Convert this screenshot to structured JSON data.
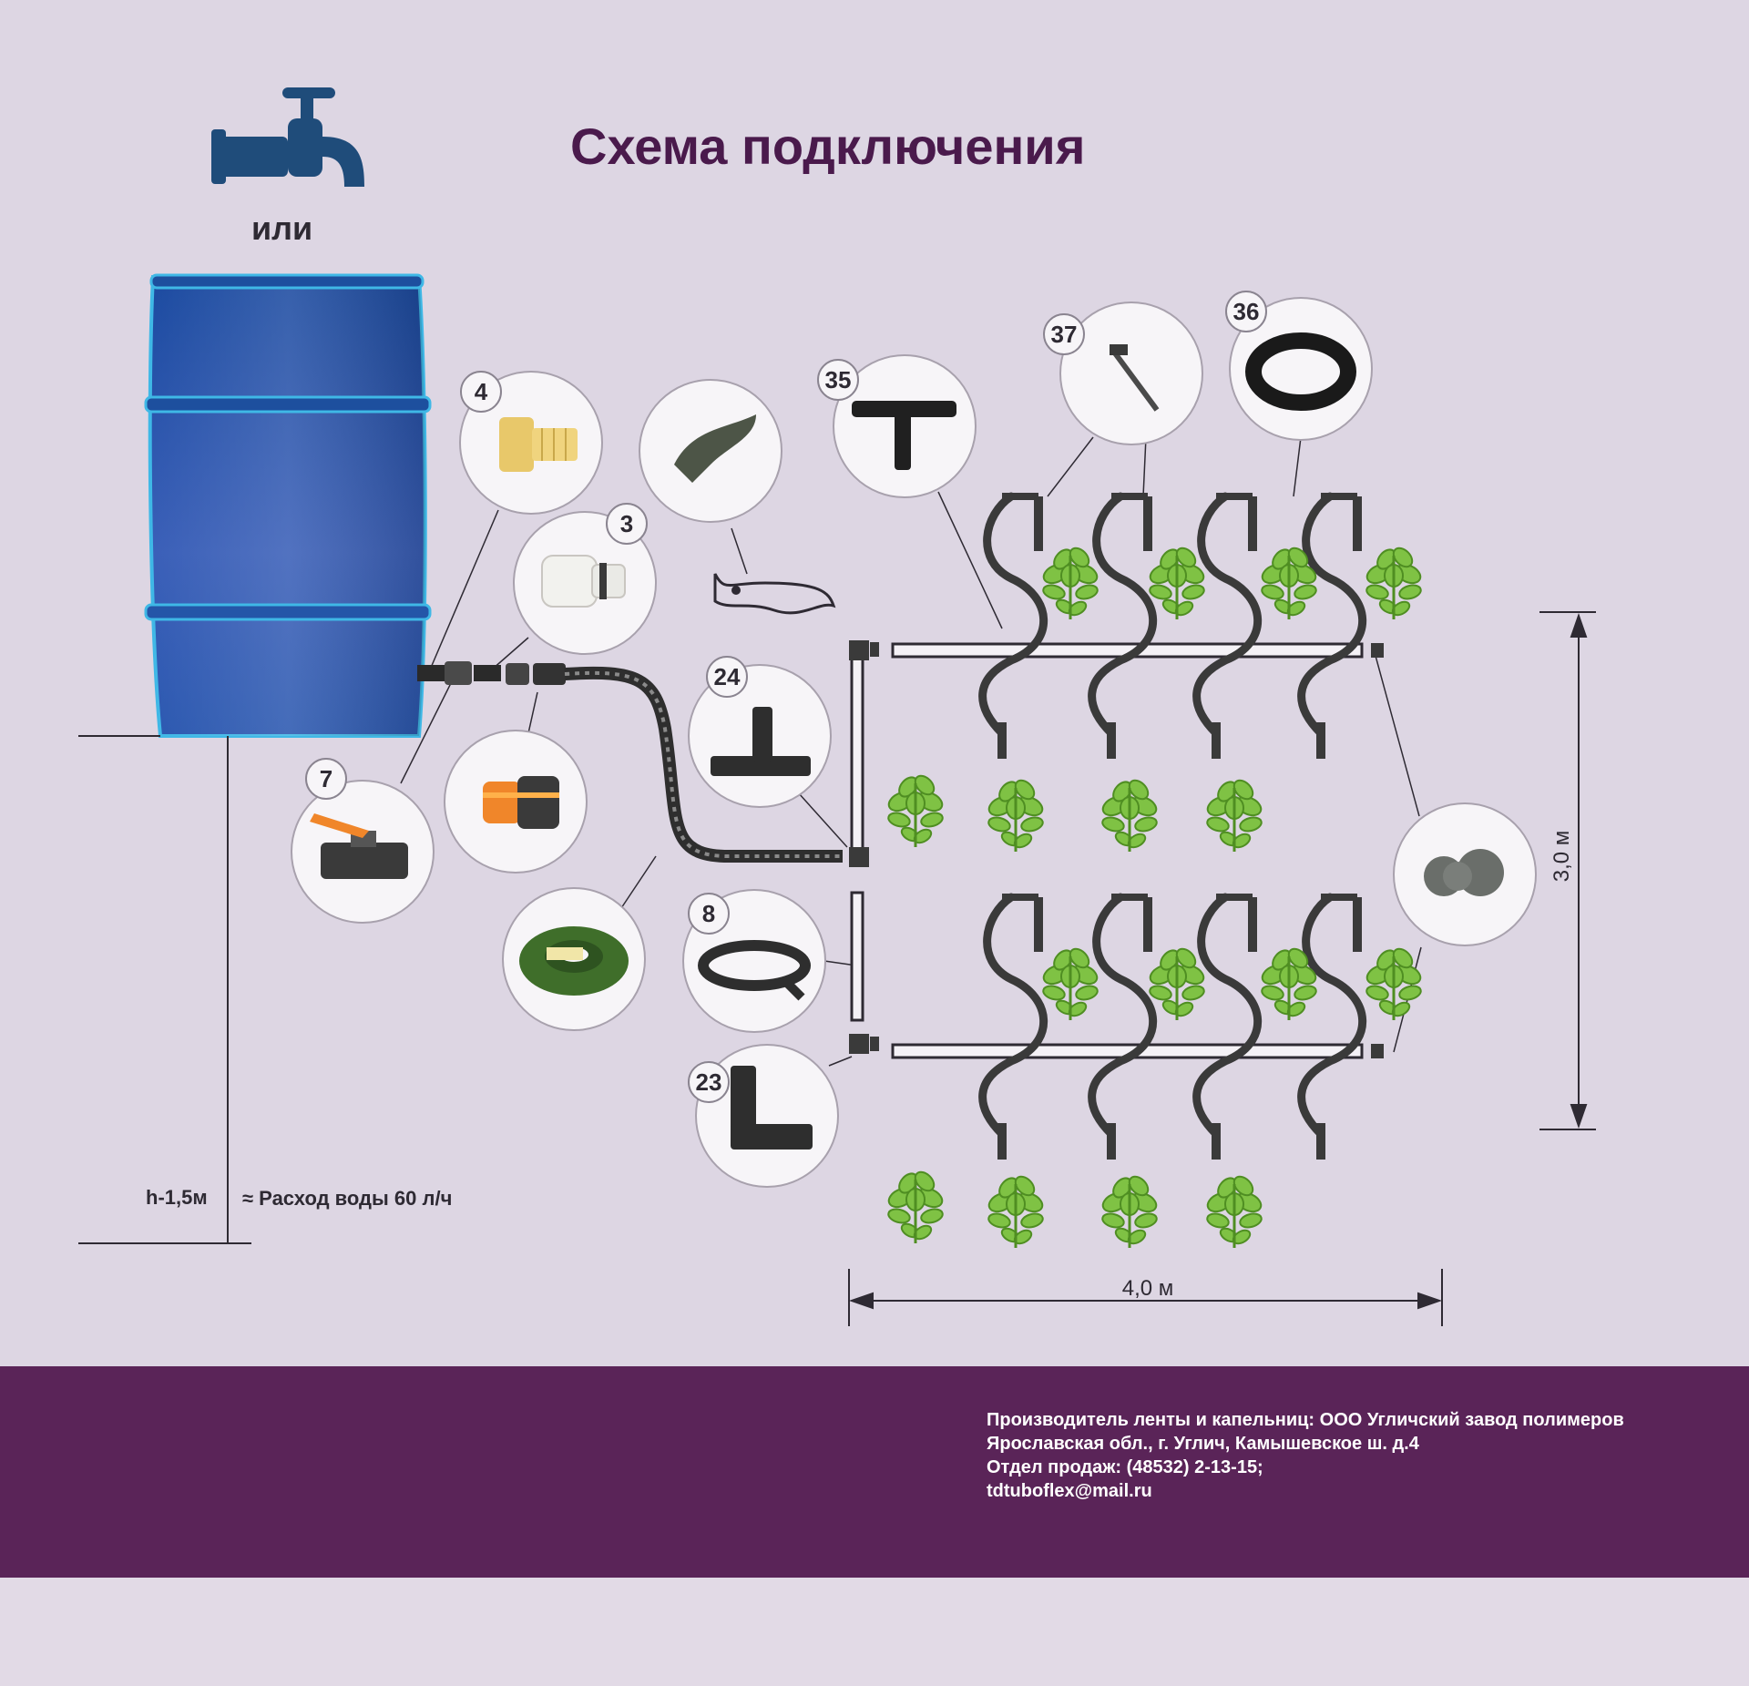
{
  "title": "Схема подключения",
  "or_label": "или",
  "height_label": "h-1,5м",
  "flow_label": "≈ Расход воды 60 л/ч",
  "dimensions": {
    "width": "4,0 м",
    "depth": "3,0 м"
  },
  "components": [
    {
      "number": "4",
      "icon": "tap-adapter-icon"
    },
    {
      "number": "3",
      "icon": "filter-icon"
    },
    {
      "number": "7",
      "icon": "ball-valve-icon"
    },
    {
      "number": "24",
      "icon": "tee-connector-icon"
    },
    {
      "number": "8",
      "icon": "pipe-coil-icon"
    },
    {
      "number": "23",
      "icon": "elbow-connector-icon"
    },
    {
      "number": "35",
      "icon": "tee-fitting-icon"
    },
    {
      "number": "37",
      "icon": "drip-stake-icon"
    },
    {
      "number": "36",
      "icon": "micro-tube-coil-icon"
    }
  ],
  "footer": {
    "line1": "Производитель ленты и капельниц: ООО Угличский завод полимеров",
    "line2": "Ярославская обл., г. Углич, Камышевское ш. д.4",
    "line3": "Отдел продаж: (48532) 2-13-15;",
    "line4": "tdtuboflex@mail.ru"
  },
  "colors": {
    "background": "#ddd6e3",
    "title": "#4a1a4c",
    "footer": "#5a2458",
    "barrel": "#1d4f9e",
    "plant": "#7fc244",
    "tap": "#1f4c7a"
  }
}
